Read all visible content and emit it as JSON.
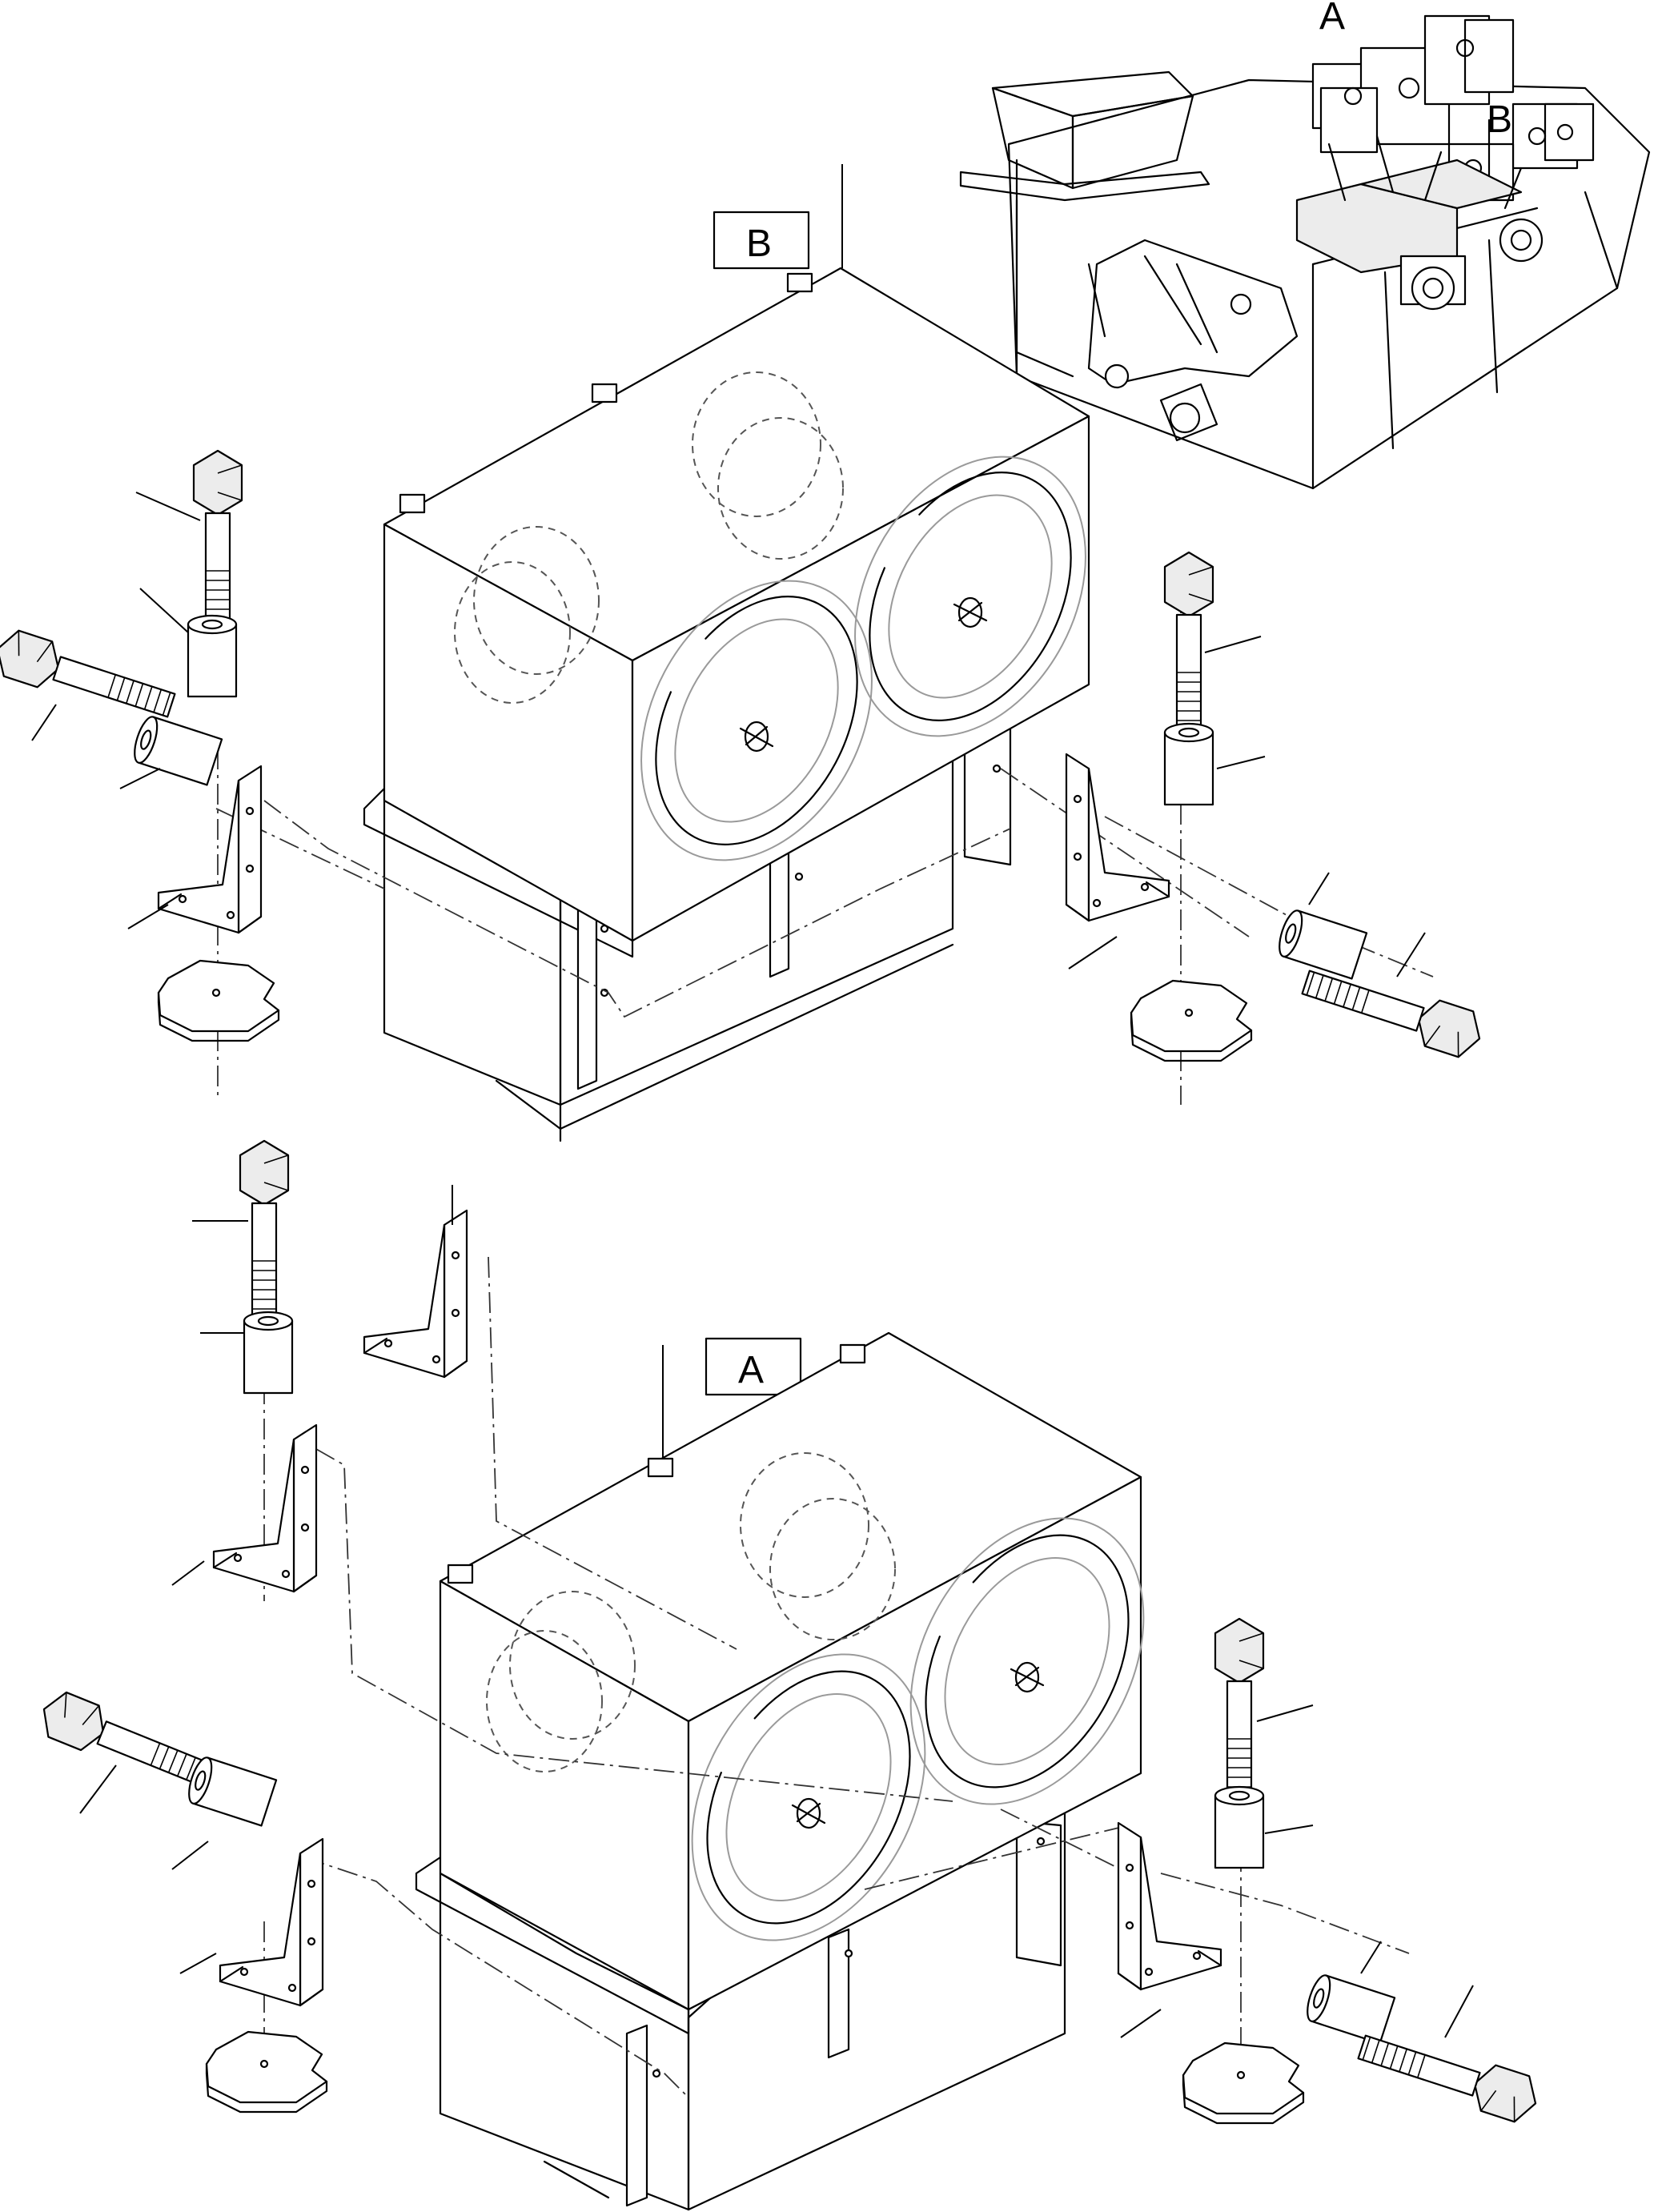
{
  "callouts": {
    "detail_b": "B",
    "detail_a": "A"
  },
  "overview": {
    "label_a": "A",
    "label_b": "B"
  }
}
